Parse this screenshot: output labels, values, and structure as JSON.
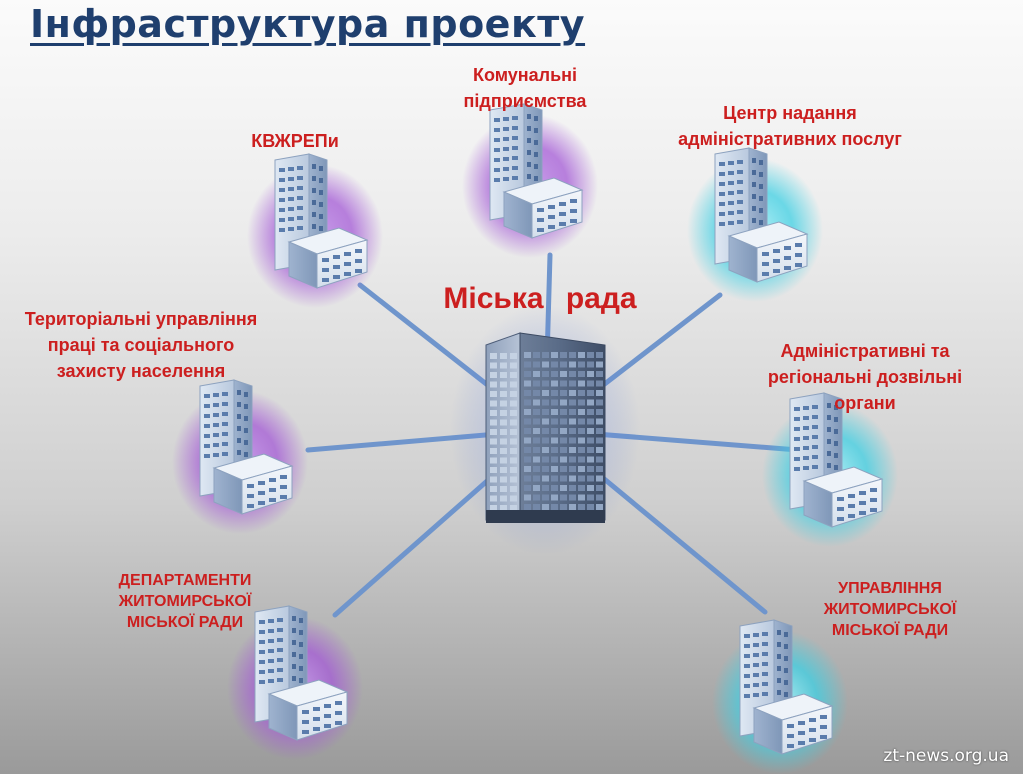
{
  "title": "Інфраструктура проекту",
  "center": {
    "label": "Міська рада"
  },
  "nodes": [
    {
      "id": "kvzhrep",
      "label": "КВЖРЕПи",
      "glow": "purple"
    },
    {
      "id": "komunalni",
      "label": "Комунальні\nпідприємства",
      "glow": "purple"
    },
    {
      "id": "tsentr",
      "label": "Центр надання\nадміністративних послуг",
      "glow": "cyan"
    },
    {
      "id": "terytorialni",
      "label": "Територіальні управління\nпраці та соціального\nзахисту населення",
      "glow": "purple"
    },
    {
      "id": "administratyvni",
      "label": "Адміністративні та\nрегіональні дозвільні\nоргани",
      "glow": "cyan"
    },
    {
      "id": "departamenty",
      "label": "ДЕПАРТАМЕНТИ\nЖИТОМИРСЬКОЇ\nМІСЬКОЇ РАДИ",
      "glow": "purple"
    },
    {
      "id": "upravlinnia",
      "label": "УПРАВЛІННЯ\nЖИТОМИРСЬКОЇ\nМІСЬКОЇ РАДИ",
      "glow": "cyan"
    }
  ],
  "colors": {
    "title": "#1f3f6e",
    "label": "#cc1f1f",
    "connector": "#6f95cc",
    "glow_purple": "#a45ad6",
    "glow_cyan": "#3fd0e4"
  },
  "watermark": "zt-news.org.ua"
}
